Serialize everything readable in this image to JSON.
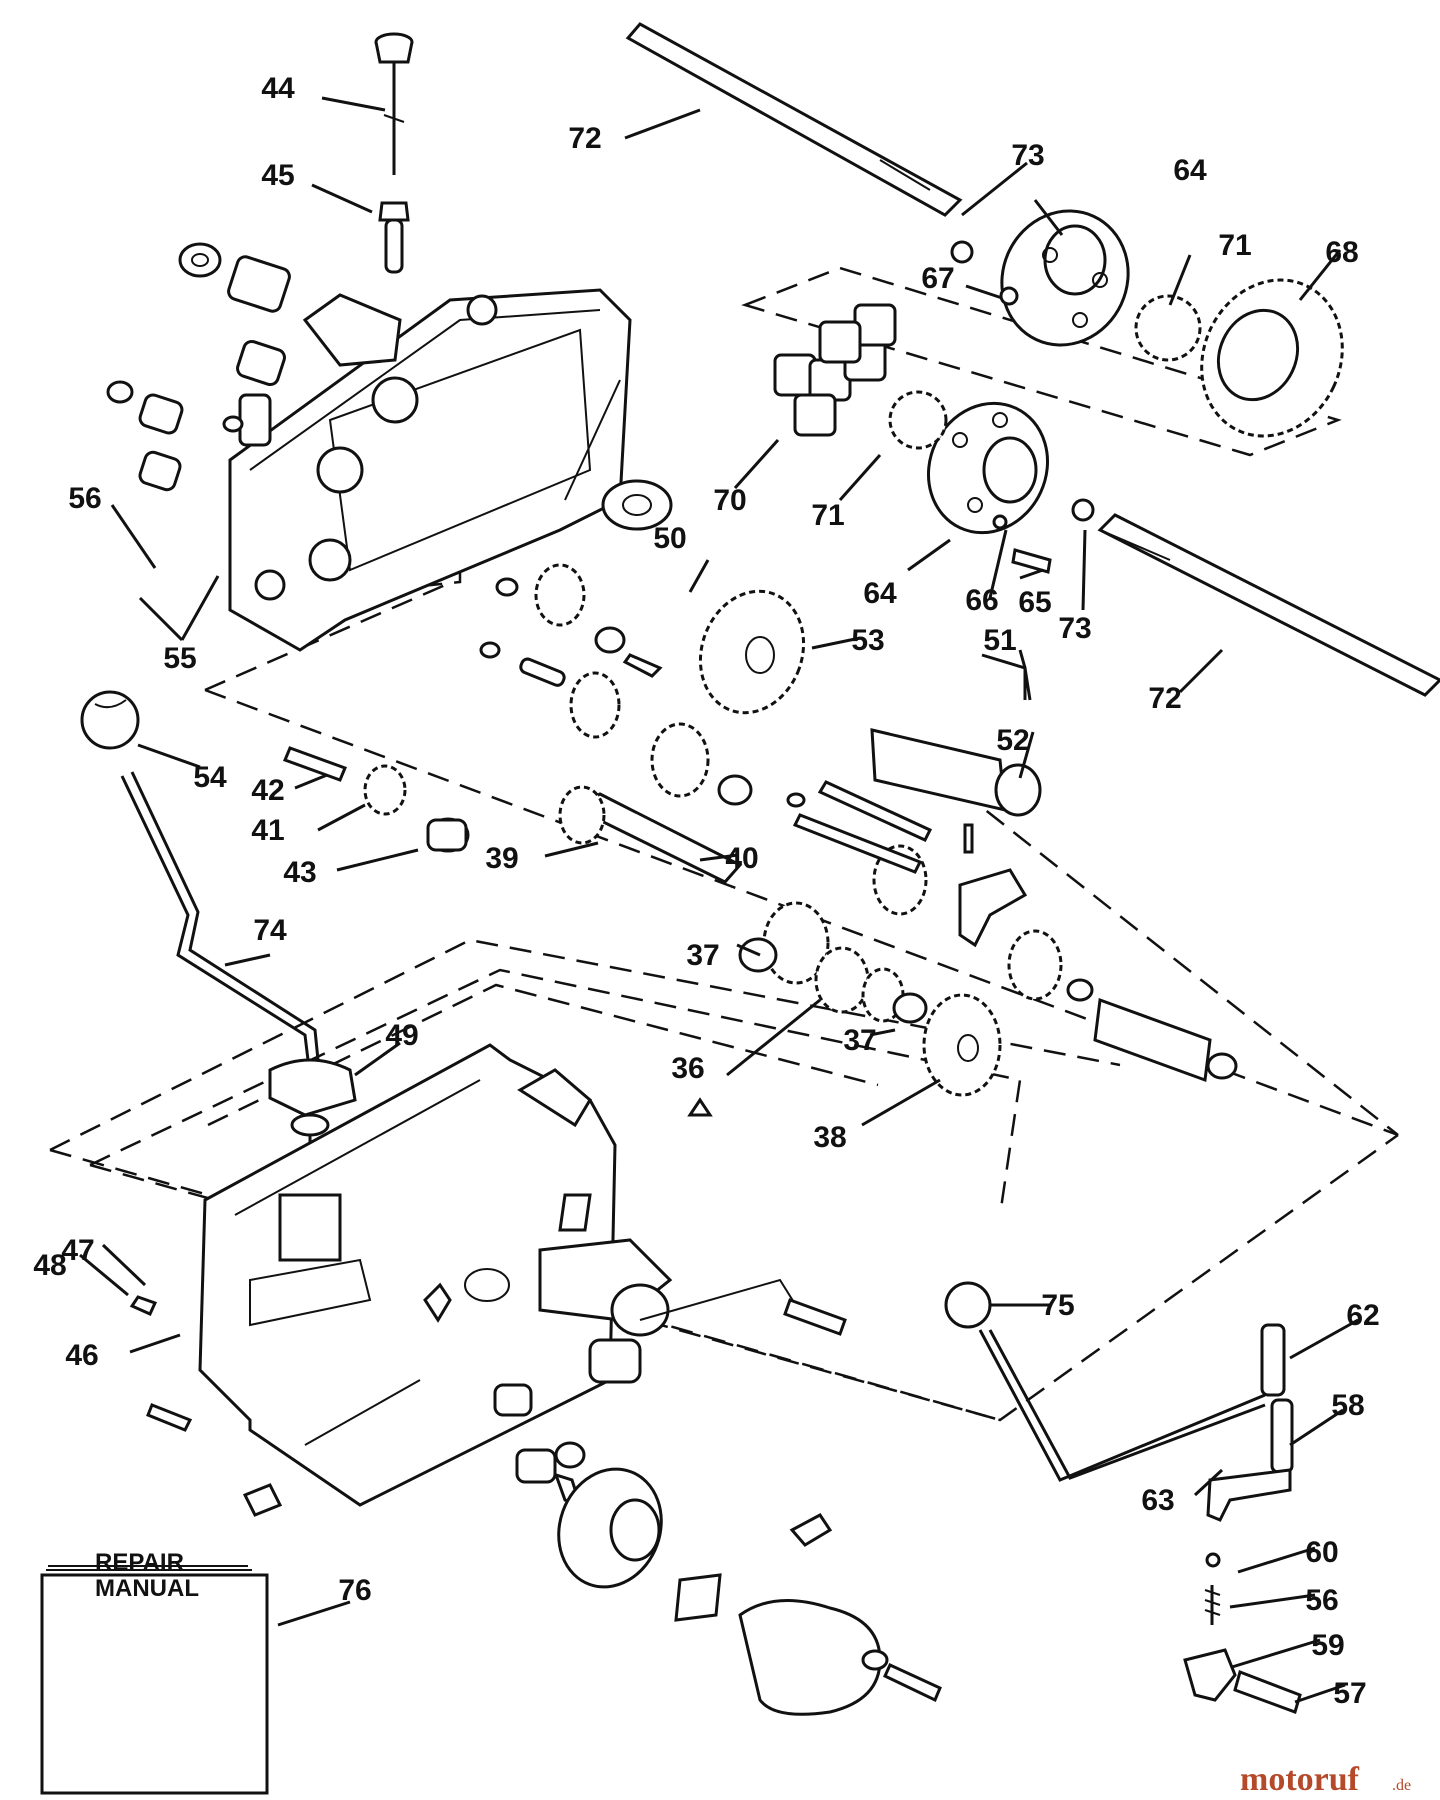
{
  "diagram": {
    "callouts": [
      "44",
      "45",
      "72",
      "73",
      "64",
      "67",
      "71",
      "68",
      "70",
      "71",
      "64",
      "66",
      "65",
      "73",
      "72",
      "50",
      "53",
      "51",
      "52",
      "56",
      "55",
      "54",
      "42",
      "41",
      "43",
      "39",
      "40",
      "74",
      "37",
      "36",
      "37",
      "38",
      "49",
      "47",
      "48",
      "46",
      "75",
      "62",
      "58",
      "63",
      "60",
      "56",
      "59",
      "57",
      "76"
    ],
    "manual": {
      "line1": "REPAIR",
      "line2": "MANUAL"
    },
    "watermark": {
      "name": "motoruf",
      "suffix": ".de"
    }
  }
}
